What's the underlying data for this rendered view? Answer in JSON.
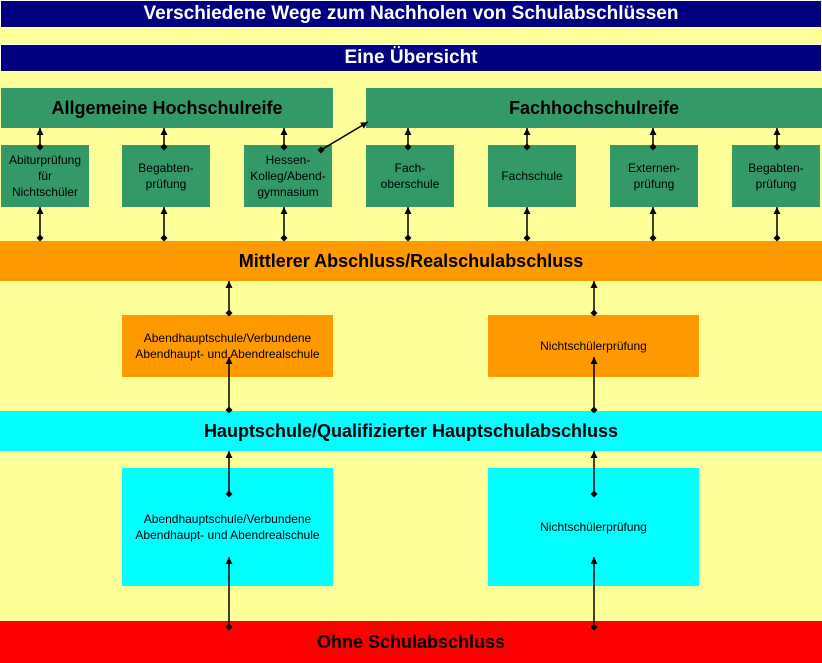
{
  "title": "Verschiedene Wege zum Nachholen von Schulabschlüssen",
  "subtitle": "Eine Übersicht",
  "levels": {
    "allgemeine_hochschulreife": "Allgemeine Hochschulreife",
    "fachhochschulreife": "Fachhochschulreife",
    "mittlerer_abschluss": "Mittlerer Abschluss/Realschulabschluss",
    "hauptschulabschluss": "Hauptschule/Qualifizierter Hauptschulabschluss",
    "ohne": "Ohne Schulabschluss"
  },
  "upper_paths": [
    "Abiturprüfung\nfür\nNichtschüler",
    "Begabten-\nprüfung",
    "Hessen-\nKolleg/Abend-\ngymnasium",
    "Fach-\noberschule",
    "Fachschule",
    "Externen-\nprüfung",
    "Begabten-\nprüfung"
  ],
  "middle_paths": [
    "Abendhauptschule/Verbundene\nAbendhaupt- und Abendrealschule",
    "Nichtschülerprüfung"
  ],
  "lower_paths": [
    "Abendhauptschule/Verbundene\nAbendhaupt- und Abendrealschule",
    "Nichtschülerprüfung"
  ],
  "colors": {
    "background": "#ffff99",
    "navy": "#000080",
    "green": "#339966",
    "orange": "#ff9900",
    "cyan": "#00ffff",
    "red": "#ff0000"
  }
}
